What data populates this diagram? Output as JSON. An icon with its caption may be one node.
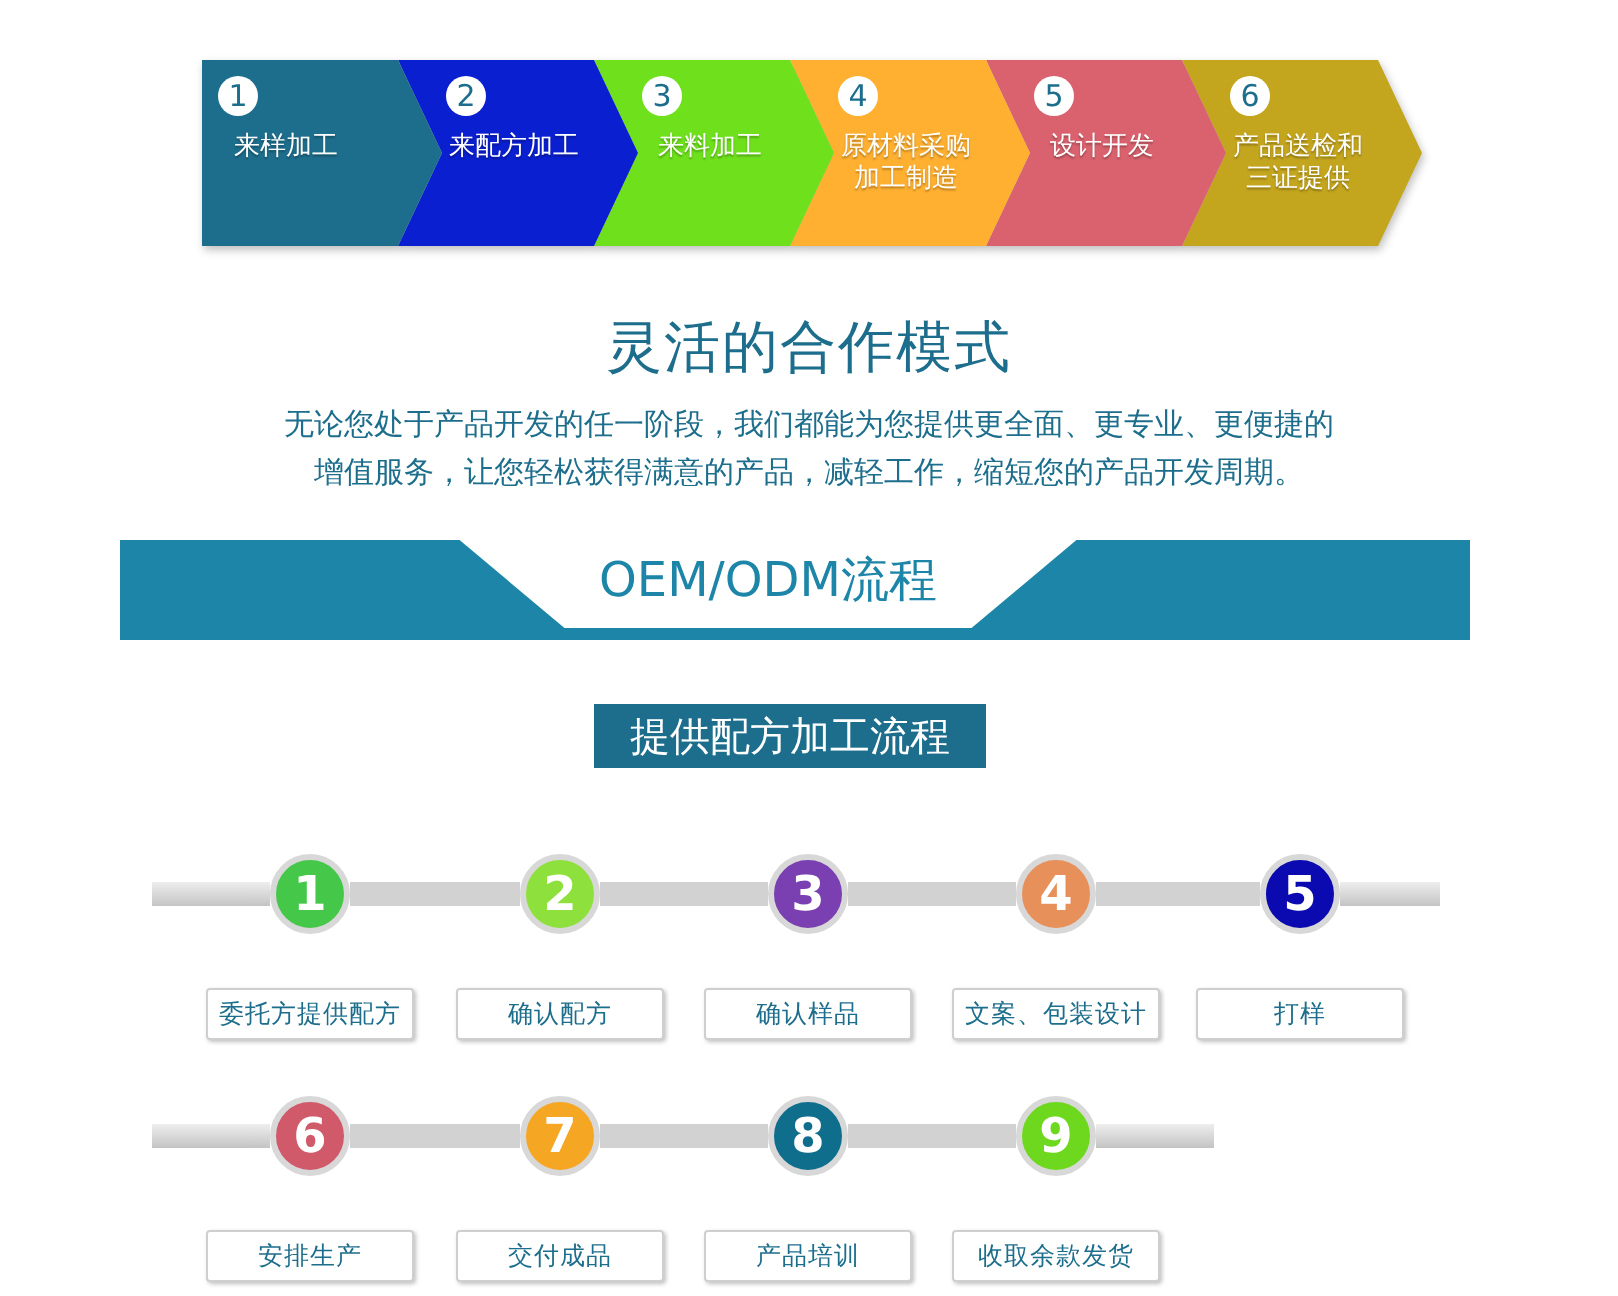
{
  "diagram": {
    "title": "灵活的合作模式",
    "nodes": [
      {
        "text": [
          "1",
          "来样加工"
        ]
      },
      {
        "text": [
          "2",
          "来配方加工"
        ]
      },
      {
        "text": [
          "3",
          "来料加工"
        ]
      },
      {
        "text": [
          "4",
          "原材料采购加工制造"
        ]
      },
      {
        "text": [
          "5",
          "设计开发"
        ]
      },
      {
        "text": [
          "6",
          "产品送检和三证提供"
        ]
      },
      {
        "text": [
          "OEM/ODM流程"
        ]
      },
      {
        "text": [
          "提供配方加工流程"
        ]
      },
      {
        "text": [
          "1"
        ]
      },
      {
        "text": [
          "2"
        ]
      },
      {
        "text": [
          "3"
        ]
      },
      {
        "text": [
          "4"
        ]
      },
      {
        "text": [
          "5"
        ]
      },
      {
        "text": [
          "6"
        ]
      },
      {
        "text": [
          "7"
        ]
      },
      {
        "text": [
          "8"
        ]
      },
      {
        "text": [
          "9"
        ]
      },
      {
        "text": [
          "委托方提供配方"
        ]
      },
      {
        "text": [
          "确认配方"
        ]
      },
      {
        "text": [
          "确认样品"
        ]
      },
      {
        "text": [
          "文案、包装设计"
        ]
      },
      {
        "text": [
          "打样"
        ]
      },
      {
        "text": [
          "安排生产"
        ]
      },
      {
        "text": [
          "交付成品"
        ]
      },
      {
        "text": [
          "产品培训"
        ]
      },
      {
        "text": [
          "收取余款发货"
        ]
      }
    ],
    "edges": [
      {
        "from": 8,
        "to": 9,
        "arrow": "none"
      },
      {
        "from": 9,
        "to": 10,
        "arrow": "none"
      },
      {
        "from": 10,
        "to": 11,
        "arrow": "none"
      },
      {
        "from": 11,
        "to": 12,
        "arrow": "none"
      },
      {
        "from": 13,
        "to": 14,
        "arrow": "none"
      },
      {
        "from": 14,
        "to": 15,
        "arrow": "none"
      },
      {
        "from": 15,
        "to": 16,
        "arrow": "none"
      }
    ],
    "labels": [
      "无论您处于产品开发的任一阶段，我们都能为您提供更全面、更专业、更便捷的增值服务，让您轻松获得满意的产品，减轻工作，缩短您的产品开发周期。"
    ]
  }
}
